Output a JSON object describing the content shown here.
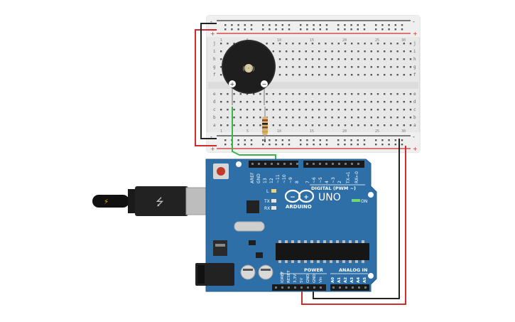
{
  "breadboard": {
    "rail_minus": "-",
    "rail_plus": "+",
    "row_letters_top": [
      "j",
      "i",
      "h",
      "g",
      "f"
    ],
    "row_letters_bottom": [
      "e",
      "d",
      "c",
      "b",
      "a"
    ],
    "column_numbers": [
      "1",
      "5",
      "10",
      "15",
      "20",
      "25",
      "30"
    ]
  },
  "buzzer": {
    "plus_label": "+",
    "minus_label": "−",
    "center_glyph": "((•))"
  },
  "arduino": {
    "brand": "ARDUINO",
    "model": "UNO",
    "on_label": "ON",
    "tx_label": "TX",
    "rx_label": "RX",
    "l_label": "L",
    "digital_header": "DIGITAL (PWM ~)",
    "power_label": "POWER",
    "analog_label": "ANALOG IN",
    "digital_pins": [
      "AREF",
      "GND",
      "13",
      "12",
      "~11",
      "~10",
      "~9",
      "8",
      "7",
      "~6",
      "~5",
      "4",
      "~3",
      "2",
      "TX→1",
      "RX←0"
    ],
    "power_pins": [
      "IOREF",
      "RESET",
      "3.3V",
      "5V",
      "GND",
      "GND",
      "Vin"
    ],
    "analog_pins": [
      "A0",
      "A1",
      "A2",
      "A3",
      "A4",
      "A5"
    ]
  },
  "colors": {
    "board_blue": "#2e6fa7",
    "breadboard": "#e9e9e9",
    "wire_red": "#d12b2b",
    "wire_black": "#222222",
    "wire_green": "#39b54a",
    "usb_gray": "#bdbdbd"
  }
}
